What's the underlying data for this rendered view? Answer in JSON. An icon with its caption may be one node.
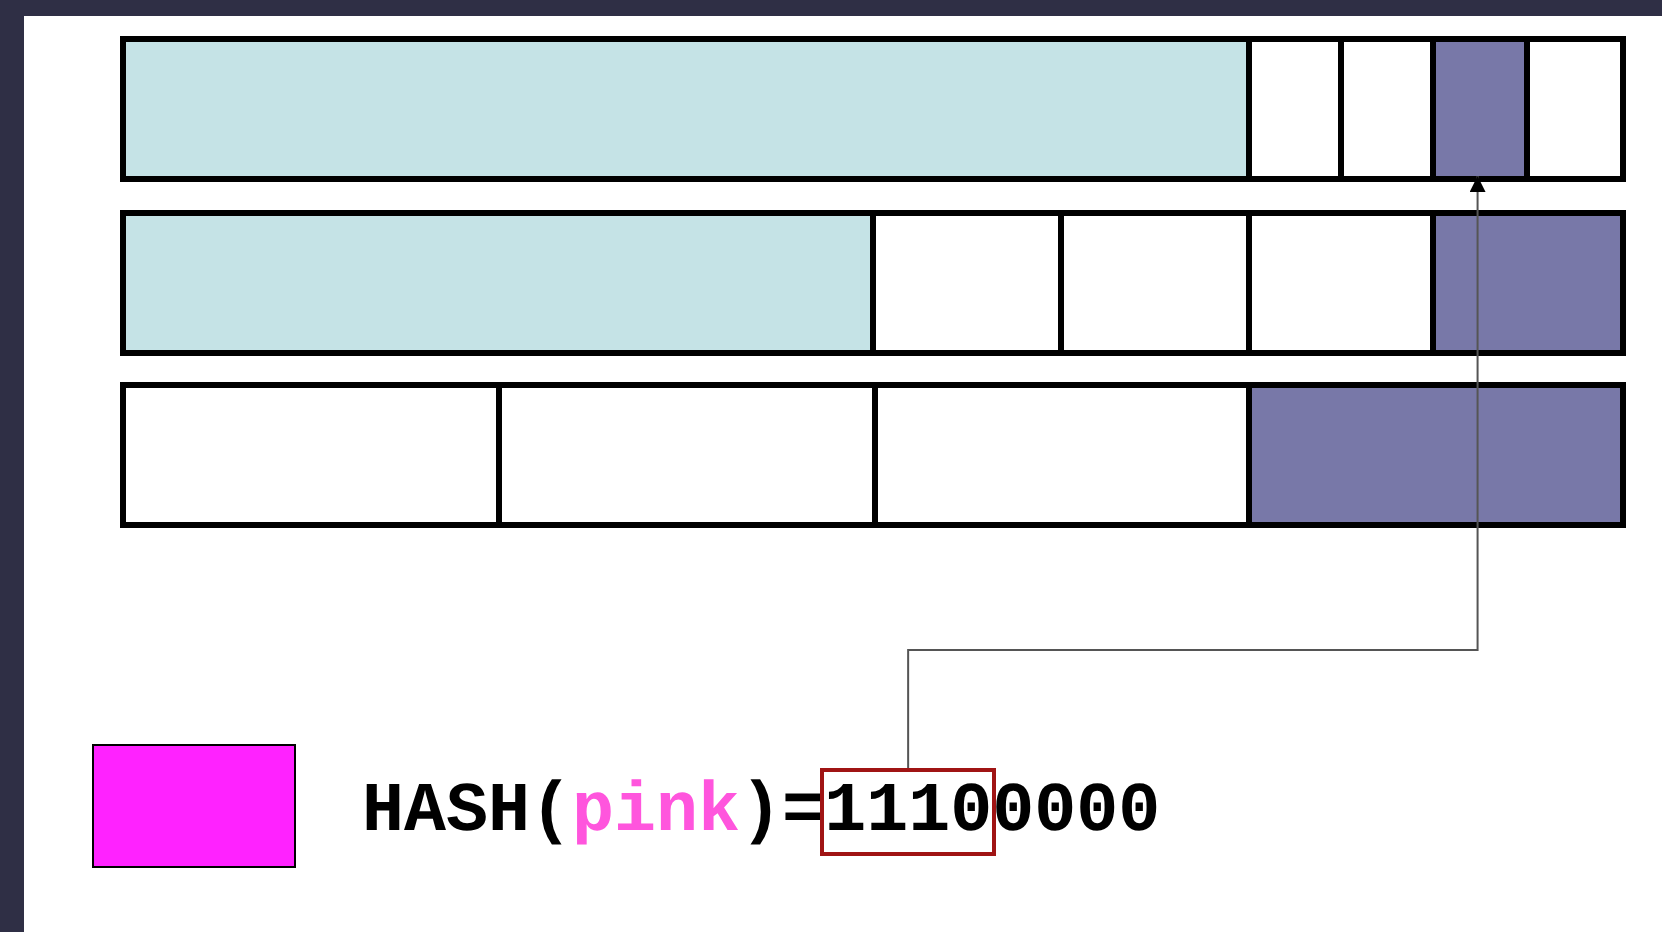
{
  "diagram": {
    "nodes": [
      {
        "text": [],
        "shape": "box"
      },
      {
        "text": [
          "1110"
        ]
      }
    ],
    "edges": [
      {
        "from": 1,
        "to": 0,
        "arrow": "to"
      }
    ],
    "labels": [
      "HASH(",
      "pink",
      ")=",
      "0000"
    ]
  }
}
